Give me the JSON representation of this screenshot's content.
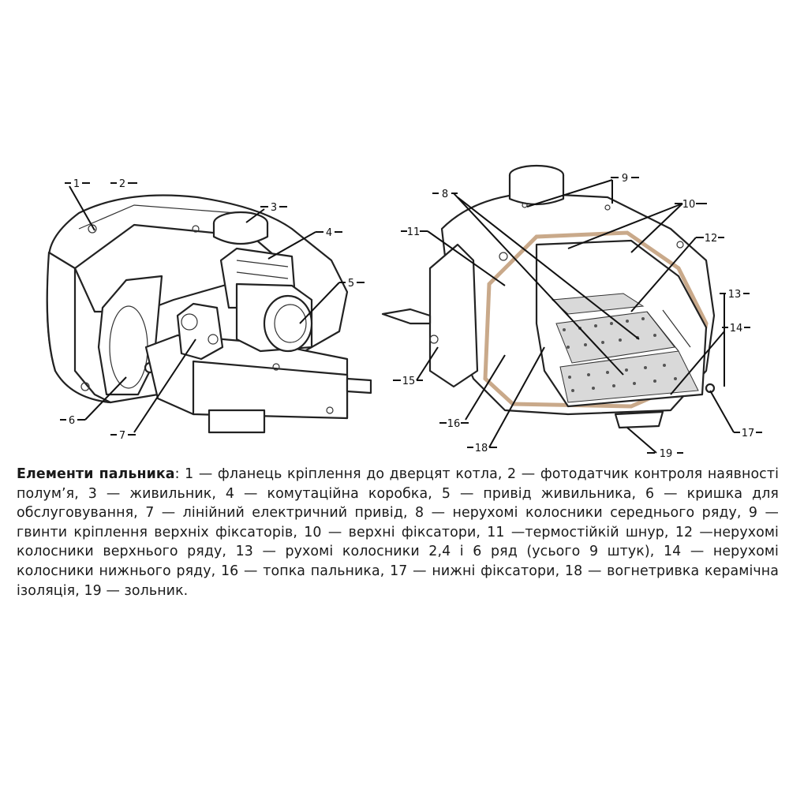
{
  "callouts": {
    "c1": "1",
    "c2": "2",
    "c3": "3",
    "c4": "4",
    "c5": "5",
    "c6": "6",
    "c7": "7",
    "c8": "8",
    "c9": "9",
    "c10": "10",
    "c11": "11",
    "c12": "12",
    "c13": "13",
    "c14": "14",
    "c15": "15",
    "c16": "16",
    "c17": "17",
    "c18": "18",
    "c19": "19"
  },
  "legend": {
    "title": "Елементи пальника",
    "text": ": 1 — фланець кріплення до дверцят котла, 2 — фотодатчик контроля наявності полум’я, 3 — живильник, 4 — комутаційна коробка, 5 — привід живильника, 6 — кришка для обслуговування, 7 — лінійний електричний привід, 8 — нерухомі колосники середнього ряду, 9 — гвинти кріплення верхніх фіксаторів, 10 — верхні фіксатори, 11 —термостійкій шнур, 12 —нерухомі колосники верхнього ряду, 13 — рухомі колосники 2,4 і 6 ряд (усього 9 штук), 14 — нерухомі колосники нижнього ряду, 16 — топка пальника, 17 — нижні фіксатори, 18 — вогнетривка керамічна ізоляція, 19 — зольник."
  }
}
